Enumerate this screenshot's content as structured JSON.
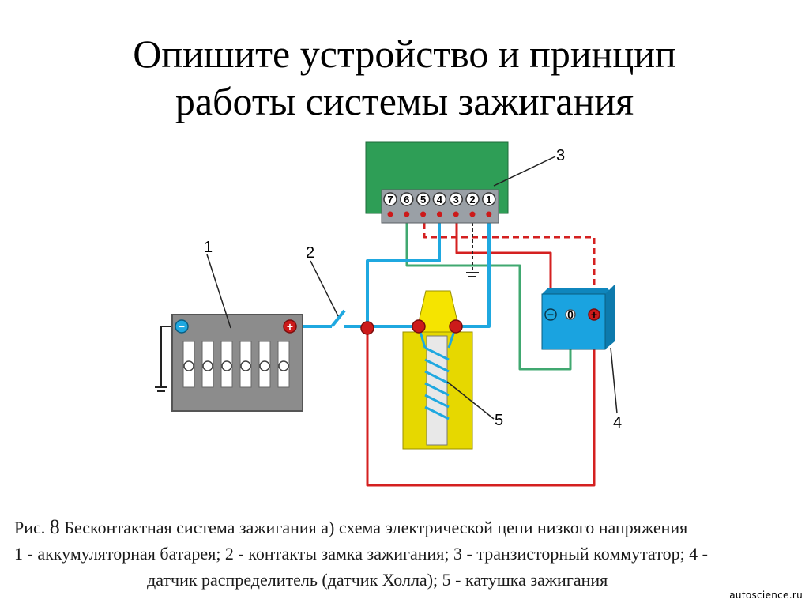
{
  "title": {
    "line1": "Опишите устройство и принцип",
    "line2": "работы системы зажигания"
  },
  "diagram": {
    "labels": {
      "battery": "1",
      "switch": "2",
      "commutator": "3",
      "sensor": "4",
      "coil": "5"
    },
    "commutator_pins": [
      "7",
      "6",
      "5",
      "4",
      "3",
      "2",
      "1"
    ],
    "battery_terminals": {
      "minus": "−",
      "plus": "+"
    },
    "sensor_terminals": {
      "minus": "−",
      "mid": "0",
      "plus": "+"
    },
    "colors": {
      "commutator": "#2e9e56",
      "battery": "#8c8c8c",
      "sensor": "#1aa3e0",
      "coil_top": "#f5e400",
      "coil_body": "#e6d800",
      "wire_red": "#d42020",
      "wire_blue": "#1fa8e0",
      "wire_green": "#40a870",
      "terminal_red": "#cc1a1a"
    }
  },
  "caption": {
    "prefix": "Рис.",
    "fig_number": "8",
    "line1": "Бесконтактная система зажигания а) схема электрической цепи низкого напряжения",
    "line2": "1 - аккумуляторная батарея; 2 - контакты замка зажигания; 3 - транзисторный коммутатор; 4 -",
    "line3": "датчик распределитель (датчик Холла); 5 - катушка зажигания"
  },
  "watermark": "autoscience.ru"
}
